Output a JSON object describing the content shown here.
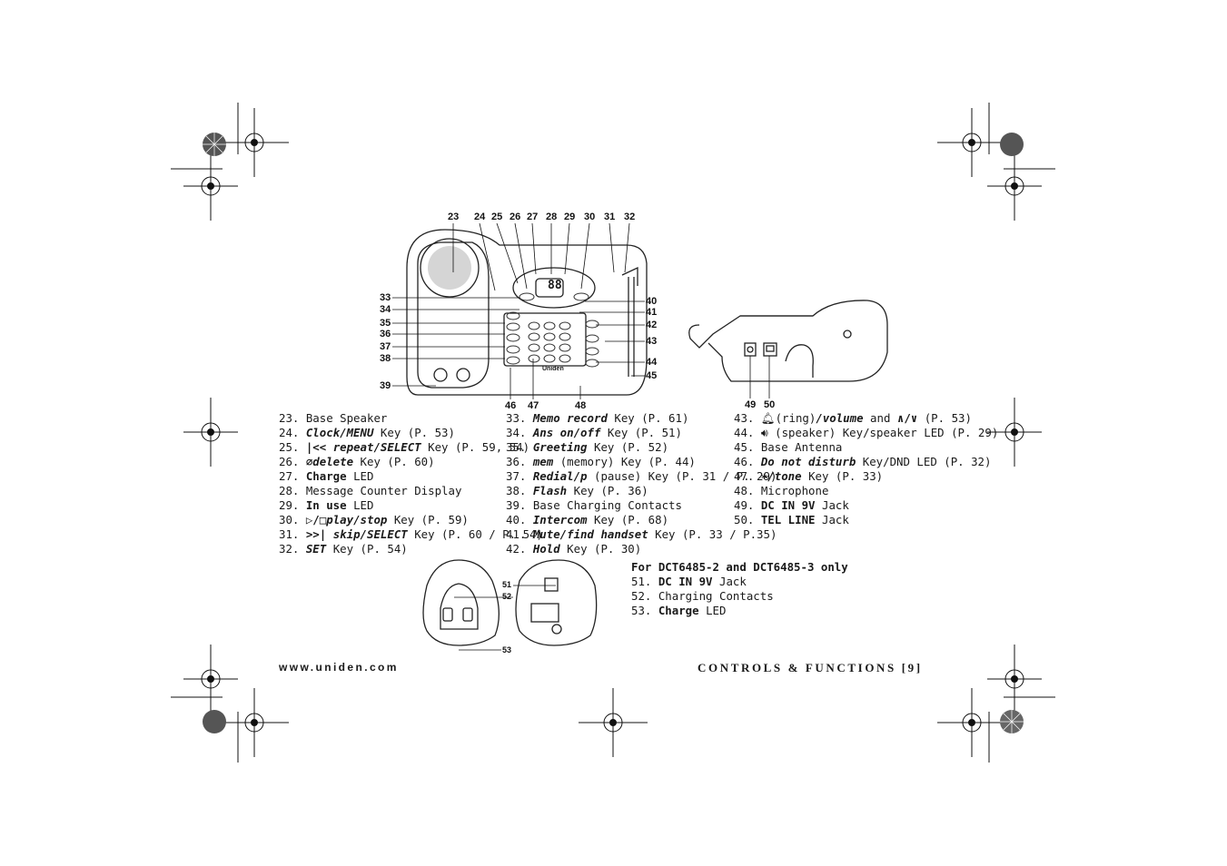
{
  "callouts_top": [
    "23",
    "24",
    "25",
    "26",
    "27",
    "28",
    "29",
    "30",
    "31",
    "32"
  ],
  "callouts_left": [
    "33",
    "34",
    "35",
    "36",
    "37",
    "38",
    "39"
  ],
  "callouts_right": [
    "40",
    "41",
    "42",
    "43",
    "44",
    "45"
  ],
  "callouts_bottom": [
    "46",
    "47",
    "48"
  ],
  "callouts_side": [
    "49",
    "50"
  ],
  "callouts_charger": [
    "51",
    "52",
    "53"
  ],
  "device_brand": "Uniden",
  "device_display": "88",
  "col1": [
    {
      "n": "23.",
      "parts": [
        {
          "t": "Base Speaker",
          "s": ""
        }
      ]
    },
    {
      "n": "24.",
      "parts": [
        {
          "t": "Clock/MENU",
          "s": "bi"
        },
        {
          "t": " Key (P. 53)",
          "s": ""
        }
      ]
    },
    {
      "n": "25.",
      "parts": [
        {
          "t": "|<< ",
          "s": "b"
        },
        {
          "t": "repeat/SELECT",
          "s": "bi"
        },
        {
          "t": " Key (P. 59, 54)",
          "s": ""
        }
      ]
    },
    {
      "n": "26.",
      "parts": [
        {
          "t": "∅delete",
          "s": "bi"
        },
        {
          "t": " Key (P. 60)",
          "s": ""
        }
      ]
    },
    {
      "n": "27.",
      "parts": [
        {
          "t": "Charge",
          "s": "b"
        },
        {
          "t": " LED",
          "s": ""
        }
      ]
    },
    {
      "n": "28.",
      "parts": [
        {
          "t": "Message Counter Display",
          "s": ""
        }
      ]
    },
    {
      "n": "29.",
      "parts": [
        {
          "t": "In use",
          "s": "b"
        },
        {
          "t": " LED",
          "s": ""
        }
      ]
    },
    {
      "n": "30.",
      "parts": [
        {
          "t": "▷/□",
          "s": "b"
        },
        {
          "t": "play/stop",
          "s": "bi"
        },
        {
          "t": " Key (P. 59)",
          "s": ""
        }
      ]
    },
    {
      "n": "31.",
      "parts": [
        {
          "t": ">>| ",
          "s": "b"
        },
        {
          "t": "skip/SELECT",
          "s": "bi"
        },
        {
          "t": " Key (P. 60 / P. 54)",
          "s": ""
        }
      ]
    },
    {
      "n": "32.",
      "parts": [
        {
          "t": "SET",
          "s": "bi"
        },
        {
          "t": " Key (P. 54)",
          "s": ""
        }
      ]
    }
  ],
  "col2": [
    {
      "n": "33.",
      "parts": [
        {
          "t": "Memo record",
          "s": "bi"
        },
        {
          "t": " Key (P. 61)",
          "s": ""
        }
      ]
    },
    {
      "n": "34.",
      "parts": [
        {
          "t": "Ans on/off",
          "s": "bi"
        },
        {
          "t": " Key (P. 51)",
          "s": ""
        }
      ]
    },
    {
      "n": "35.",
      "parts": [
        {
          "t": "Greeting",
          "s": "bi"
        },
        {
          "t": " Key (P. 52)",
          "s": ""
        }
      ]
    },
    {
      "n": "36.",
      "parts": [
        {
          "t": "mem",
          "s": "bi"
        },
        {
          "t": " (memory) Key (P. 44)",
          "s": ""
        }
      ]
    },
    {
      "n": "37.",
      "parts": [
        {
          "t": "Redial/p",
          "s": "bi"
        },
        {
          "t": " (pause) Key (P. 31 / P. 29)",
          "s": ""
        }
      ]
    },
    {
      "n": "38.",
      "parts": [
        {
          "t": "Flash",
          "s": "bi"
        },
        {
          "t": " Key (P. 36)",
          "s": ""
        }
      ]
    },
    {
      "n": "39.",
      "parts": [
        {
          "t": "Base Charging Contacts",
          "s": ""
        }
      ]
    },
    {
      "n": "40.",
      "parts": [
        {
          "t": "Intercom",
          "s": "bi"
        },
        {
          "t": " Key (P. 68)",
          "s": ""
        }
      ]
    },
    {
      "n": "41.",
      "parts": [
        {
          "t": "Mute/find handset",
          "s": "bi"
        },
        {
          "t": " Key (P. 33 / P.35)",
          "s": ""
        }
      ]
    },
    {
      "n": "42.",
      "parts": [
        {
          "t": "Hold",
          "s": "bi"
        },
        {
          "t": " Key (P. 30)",
          "s": ""
        }
      ]
    }
  ],
  "col3": [
    {
      "n": "43.",
      "parts": [
        {
          "t": "  🔔︎",
          "s": ""
        },
        {
          "t": "(ring)",
          "s": ""
        },
        {
          "t": "/volume",
          "s": "bi"
        },
        {
          "t": " and ",
          "s": ""
        },
        {
          "t": "∧/∨",
          "s": "b"
        },
        {
          "t": " (P. 53)",
          "s": ""
        }
      ]
    },
    {
      "n": "44.",
      "parts": [
        {
          "t": " 🔊︎",
          "s": ""
        },
        {
          "t": " (speaker) Key/speaker LED (P. 29)",
          "s": ""
        }
      ]
    },
    {
      "n": "45.",
      "parts": [
        {
          "t": "Base Antenna",
          "s": ""
        }
      ]
    },
    {
      "n": "46.",
      "parts": [
        {
          "t": "Do not disturb",
          "s": "bi"
        },
        {
          "t": " Key/DND LED (P. 32)",
          "s": ""
        }
      ]
    },
    {
      "n": "47.",
      "parts": [
        {
          "t": "∗/tone",
          "s": "bi"
        },
        {
          "t": " Key (P. 33)",
          "s": ""
        }
      ]
    },
    {
      "n": "48.",
      "parts": [
        {
          "t": "Microphone",
          "s": ""
        }
      ]
    },
    {
      "n": "49.",
      "parts": [
        {
          "t": "DC IN 9V",
          "s": "b"
        },
        {
          "t": " Jack",
          "s": ""
        }
      ]
    },
    {
      "n": "50.",
      "parts": [
        {
          "t": "TEL LINE",
          "s": "b"
        },
        {
          "t": " Jack",
          "s": ""
        }
      ]
    }
  ],
  "dct_header": "For DCT6485-2 and DCT6485-3 only",
  "col4": [
    {
      "n": "51.",
      "parts": [
        {
          "t": "DC IN 9V",
          "s": "b"
        },
        {
          "t": " Jack",
          "s": ""
        }
      ]
    },
    {
      "n": "52.",
      "parts": [
        {
          "t": "Charging Contacts",
          "s": ""
        }
      ]
    },
    {
      "n": "53.",
      "parts": [
        {
          "t": "Charge",
          "s": "b"
        },
        {
          "t": " LED",
          "s": ""
        }
      ]
    }
  ],
  "footer": {
    "left": "www.uniden.com",
    "right": "CONTROLS & FUNCTIONS [9]"
  }
}
